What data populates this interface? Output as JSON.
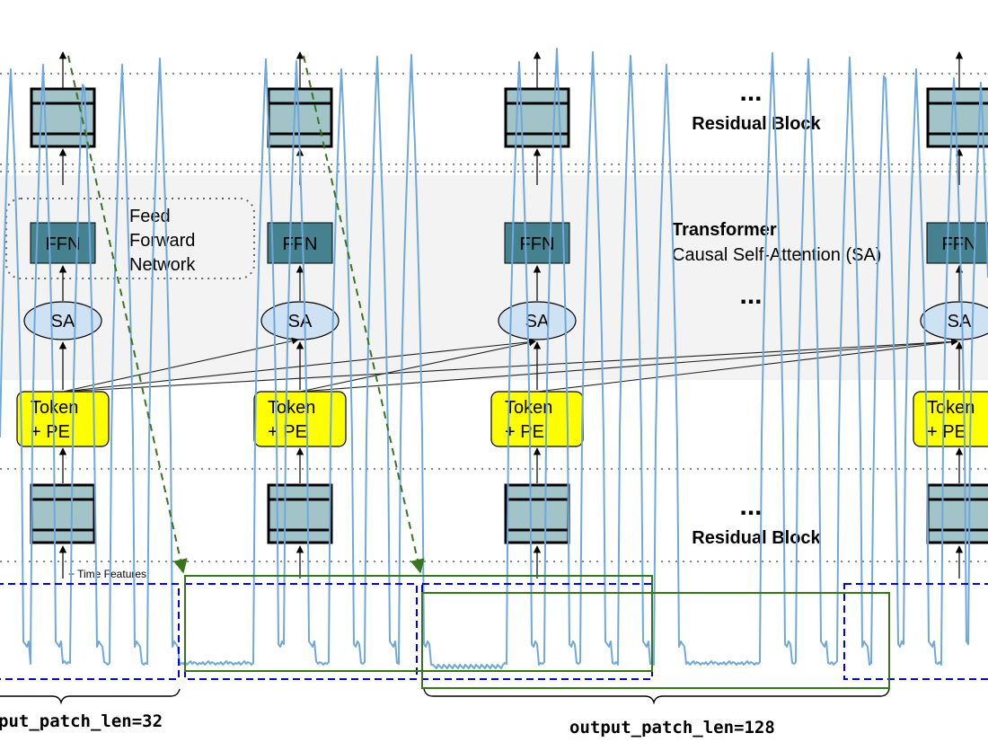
{
  "residual_top": {
    "title": "Residual Block",
    "ellipsis": "..."
  },
  "transformer": {
    "title": "Transformer",
    "subtitle": "Causal Self-Attention (SA)",
    "ellipsis": "...",
    "ffn_label": "FFN",
    "sa_label": "SA",
    "ffn_legend": [
      "Feed",
      "Forward",
      "Network"
    ]
  },
  "token": {
    "line1": "Token",
    "line2": "+ PE"
  },
  "residual_bottom": {
    "title": "Residual Block",
    "ellipsis": "..."
  },
  "time_features": "+ Time Features",
  "input_patch_label": "put_patch_len=32",
  "output_patch_label": "output_patch_len=128",
  "colors": {
    "residual_fill": "#a2c3c8",
    "ffn_fill": "#45818e",
    "sa_fill": "#cfe2f3",
    "token_fill": "#ffff00",
    "transformer_bg": "#f3f3f3",
    "input_patch_stroke": "#0000ee",
    "output_patch_stroke": "#38761d",
    "signal": "#6fa8dc",
    "guide_arrow": "#38761d"
  }
}
